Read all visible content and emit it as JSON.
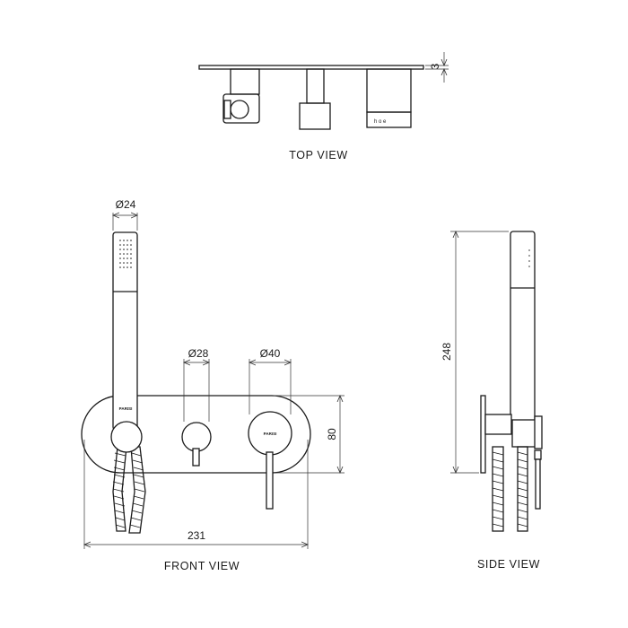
{
  "views": {
    "top": "TOP VIEW",
    "front": "FRONT VIEW",
    "side": "SIDE VIEW"
  },
  "dimensions": {
    "top_plate_thickness": "3",
    "handshower_diameter": "Ø24",
    "diverter_diameter": "Ø28",
    "mixer_diameter": "Ø40",
    "plate_height": "80",
    "plate_width": "231",
    "handshower_length": "248"
  },
  "brand": {
    "holder_mark": "PARISI",
    "mixer_mark": "PARISI"
  },
  "top_view_symbols": "h   o   e",
  "colors": {
    "line": "#1a1a1a",
    "background": "#ffffff"
  }
}
